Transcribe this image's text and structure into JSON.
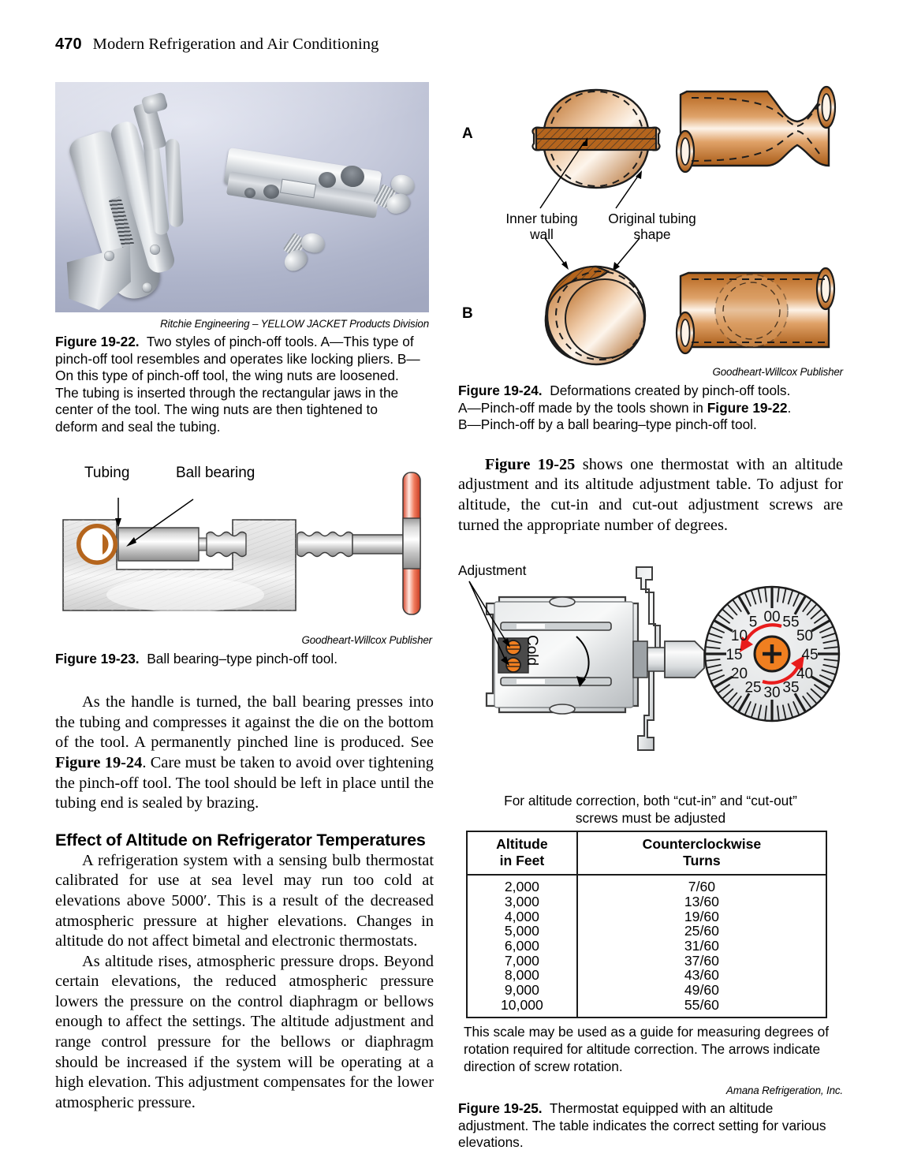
{
  "running_head": {
    "page_number": "470",
    "title": "Modern Refrigeration and Air Conditioning"
  },
  "left_column": {
    "figure_22": {
      "credit": "Ritchie Engineering – YELLOW JACKET Products Division",
      "caption_label": "Figure 19-22.",
      "caption_text": "Two styles of pinch-off tools. A—This type of pinch-off tool resembles and operates like locking pliers. B—On this type of pinch-off tool, the wing nuts are loosened. The tubing is inserted through the rectangular jaws in the center of the tool. The wing nuts are then tightened to deform and seal the tubing."
    },
    "figure_23": {
      "label_tubing": "Tubing",
      "label_ball_bearing": "Ball bearing",
      "credit": "Goodheart-Willcox Publisher",
      "caption_label": "Figure 19-23.",
      "caption_text": "Ball bearing–type pinch-off tool."
    },
    "paragraph_1": "As the handle is turned, the ball bearing presses into the tubing and compresses it against the die on the bottom of the tool. A permanently pinched line is produced. See Figure 19-24. Care must be taken to avoid over tightening the pinch-off tool. The tool should be left in place until the tubing end is sealed by brazing.",
    "paragraph_1_parts": {
      "a": "As the handle is turned, the ball bearing presses into the tubing and compresses it against the die on the bottom of the tool. A permanently pinched line is produced. See ",
      "bold": "Figure 19-24",
      "b": ". Care must be taken to avoid over tightening the pinch-off tool. The tool should be left in place until the tubing end is sealed by brazing."
    },
    "heading": "Effect of Altitude on Refrigerator Temperatures",
    "paragraph_2": "A refrigeration system with a sensing bulb thermostat calibrated for use at sea level may run too cold at elevations above 5000′. This is a result of the decreased atmospheric pressure at higher elevations. Changes in altitude do not affect bimetal and electronic thermostats.",
    "paragraph_3": "As altitude rises, atmospheric pressure drops. Beyond certain elevations, the reduced atmospheric pressure lowers the pressure on the control diaphragm or bellows enough to affect the settings. The altitude adjustment and range control pressure for the bellows or diaphragm should be increased if the system will be operating at a high elevation. This adjustment compensates for the lower atmospheric pressure."
  },
  "right_column": {
    "figure_24": {
      "row_a_label": "A",
      "row_b_label": "B",
      "callout_inner_wall": "Inner tubing\nwall",
      "callout_inner_wall_line1": "Inner tubing",
      "callout_inner_wall_line2": "wall",
      "callout_original_shape_line1": "Original tubing",
      "callout_original_shape_line2": "shape",
      "credit": "Goodheart-Willcox Publisher",
      "caption_label": "Figure 19-24.",
      "caption_line1": "Deformations created by pinch-off tools.",
      "caption_line2_a": "A—Pinch-off made by the tools shown in ",
      "caption_line2_bold": "Figure 19-22",
      "caption_line2_b": ".",
      "caption_line3": "B—Pinch-off by a ball bearing–type pinch-off tool."
    },
    "paragraph_1_bold": "Figure 19-25",
    "paragraph_1_rest": " shows one thermostat with an altitude adjustment and its altitude adjustment table. To adjust for altitude, the cut-in and cut-out adjustment screws are turned the appropriate number of degrees.",
    "figure_25": {
      "adjustment_label": "Adjustment",
      "cold_label": "Cold",
      "dial_ticks": [
        "00",
        "5",
        "10",
        "15",
        "20",
        "25",
        "30",
        "35",
        "40",
        "45",
        "50",
        "55"
      ],
      "dial_center_icon": "plus-screw-icon",
      "table_intro_line1": "For altitude correction, both “cut-in” and “cut-out”",
      "table_intro_line2": "screws must be adjusted",
      "table": {
        "headers": [
          "Altitude\nin Feet",
          "Counterclockwise\nTurns"
        ],
        "header_col1_line1": "Altitude",
        "header_col1_line2": "in Feet",
        "header_col2_line1": "Counterclockwise",
        "header_col2_line2": "Turns",
        "rows": [
          [
            "2,000",
            "7/60"
          ],
          [
            "3,000",
            "13/60"
          ],
          [
            "4,000",
            "19/60"
          ],
          [
            "5,000",
            "25/60"
          ],
          [
            "6,000",
            "31/60"
          ],
          [
            "7,000",
            "37/60"
          ],
          [
            "8,000",
            "43/60"
          ],
          [
            "9,000",
            "49/60"
          ],
          [
            "10,000",
            "55/60"
          ]
        ]
      },
      "note": "This scale may be used as a guide for measuring degrees of rotation required for altitude correction. The arrows indicate direction of screw rotation.",
      "credit": "Amana Refrigeration, Inc.",
      "caption_label": "Figure 19-25.",
      "caption_text": "Thermostat equipped with an altitude adjustment. The table indicates the correct setting for various elevations."
    }
  },
  "colors": {
    "copper_dark": "#b5651d",
    "copper_mid": "#c87f3e",
    "copper_light": "#f3ddc7",
    "orange_screw": "#f07f20",
    "red_arrow": "#e81c1c",
    "metal_gray": "#d7d9da",
    "photo_bg": "#b6bbcf"
  }
}
